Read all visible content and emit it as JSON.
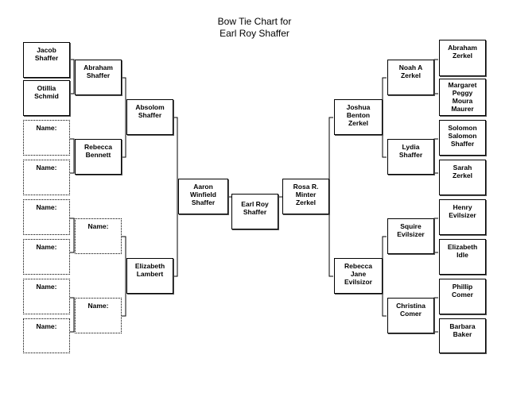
{
  "title_line1": "Bow Tie Chart for",
  "title_line2": "Earl Roy Shaffer",
  "center": {
    "root": "Earl Roy Shaffer",
    "father": "Aaron\nWinfield\nShaffer",
    "mother": "Rosa R.\nMinter\nZerkel"
  },
  "left": {
    "gen2": [
      "Absolom\nShaffer",
      "Elizabeth\nLambert"
    ],
    "gen3": [
      "Abraham\nShaffer",
      "Rebecca\nBennett",
      "Name:",
      "Name:"
    ],
    "gen4": [
      "Jacob\nShaffer",
      "Otillia\nSchmid",
      "Name:",
      "Name:",
      "Name:",
      "Name:",
      "Name:",
      "Name:"
    ]
  },
  "right": {
    "gen2": [
      "Joshua\nBenton\nZerkel",
      "Rebecca\nJane\nEvilsizor"
    ],
    "gen3": [
      "Noah A\nZerkel",
      "Lydia\nShaffer",
      "Squire\nEvilsizer",
      "Christina\nComer"
    ],
    "gen4": [
      "Abraham\nZerkel",
      "Margaret\nPeggy\nMoura\nMaurer",
      "Solomon\nSalomon\nShaffer",
      "Sarah\nZerkel",
      "Henry\nEvilsizer",
      "Elizabeth\nIdle",
      "Phillip\nComer",
      "Barbara\nBaker"
    ]
  }
}
